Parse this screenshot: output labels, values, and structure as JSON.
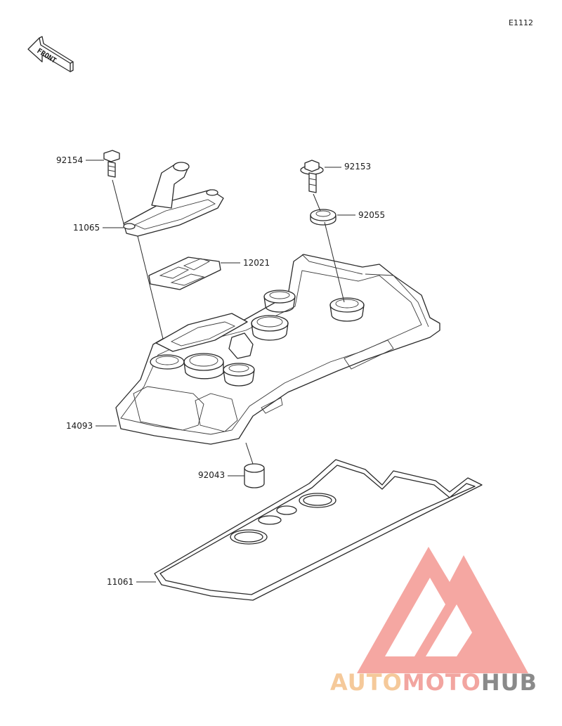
{
  "diagram_code": "E1112",
  "front_label": "FRONT",
  "parts": [
    {
      "number": "92154"
    },
    {
      "number": "92153"
    },
    {
      "number": "92055"
    },
    {
      "number": "11065"
    },
    {
      "number": "12021"
    },
    {
      "number": "14093"
    },
    {
      "number": "92043"
    },
    {
      "number": "11061"
    }
  ],
  "watermark": {
    "part1": "AUTO",
    "part2": "MOTO",
    "part3": "HUB",
    "colors": {
      "logo": "#f4a09a",
      "part1": "#f5c99a",
      "part2": "#f2a5a0",
      "part3": "#8a8a8a"
    }
  }
}
